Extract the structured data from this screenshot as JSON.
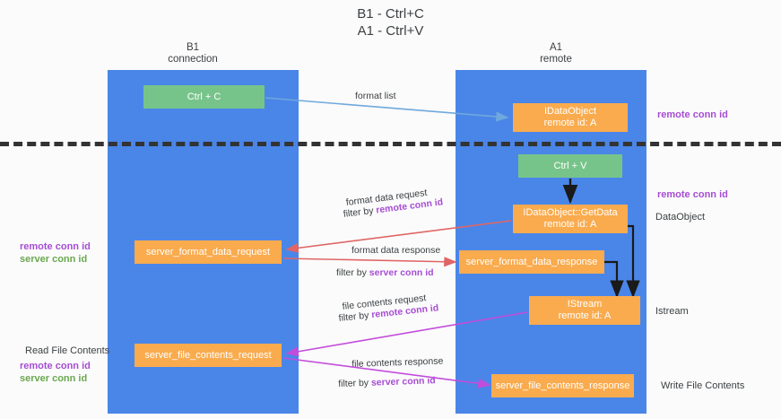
{
  "title": "B1 - Ctrl+C\nA1 - Ctrl+V",
  "lanes": {
    "left": {
      "header": "B1\nconnection",
      "color": "#4a86e8"
    },
    "right": {
      "header": "A1\nremote",
      "color": "#4a86e8"
    }
  },
  "colors": {
    "lane": "#4a86e8",
    "node_orange": "#f9ab4e",
    "node_green": "#77c48a",
    "remote_conn_id": "#a64dd4",
    "server_conn_id": "#6aa84f",
    "arrow_blue": "#6fa8dc",
    "arrow_red": "#e06666",
    "arrow_magenta": "#c24ddb",
    "arrow_black": "#1a1a1a",
    "divider": "#333333",
    "background": "#fbfbfb"
  },
  "nodes": {
    "ctrl_c": "Ctrl + C",
    "ctrl_v": "Ctrl + V",
    "idataobject": "IDataObject\nremote id: A",
    "getdata": "IDataObject::GetData\nremote id: A",
    "istream": "IStream\nremote id: A",
    "server_format_data_request": "server_format_data_request",
    "server_format_data_response": "server_format_data_response",
    "server_file_contents_request": "server_file_contents_request",
    "server_file_contents_response": "server_file_contents_response"
  },
  "edge_labels": {
    "format_list": "format list",
    "format_data_request": "format data request",
    "format_data_request_filter_prefix": "filter by ",
    "format_data_request_filter_key": "remote conn id",
    "format_data_response": "format data response",
    "format_data_response_filter_prefix": "filter by ",
    "format_data_response_filter_key": "server conn id",
    "file_contents_request": "file contents request",
    "file_contents_request_filter_prefix": "filter by ",
    "file_contents_request_filter_key": "remote conn id",
    "file_contents_response": "file contents response",
    "file_contents_response_filter_prefix": "filter by ",
    "file_contents_response_filter_key": "server conn id"
  },
  "annotations": {
    "right_remote_conn_id_top": "remote conn id",
    "right_remote_conn_id_mid": "remote conn id",
    "right_dataobject": "DataObject",
    "right_istream": "Istream",
    "right_write_file_contents": "Write File Contents",
    "left_remote_conn_id_mid": "remote conn id",
    "left_server_conn_id_mid": "server conn id",
    "left_read_file_contents": "Read File Contents",
    "left_remote_conn_id_bot": "remote conn id",
    "left_server_conn_id_bot": "server conn id"
  }
}
